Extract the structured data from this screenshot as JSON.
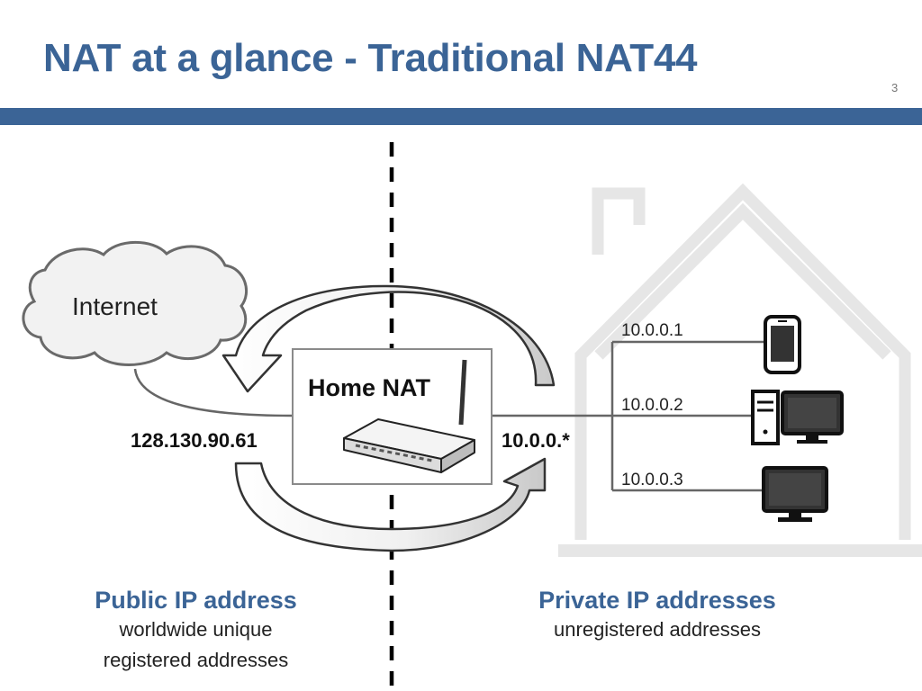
{
  "slide": {
    "title": "NAT at a glance - Traditional NAT44",
    "page_number": "3"
  },
  "diagram": {
    "cloud_label": "Internet",
    "nat_label": "Home NAT",
    "public_ip": "128.130.90.61",
    "private_subnet": "10.0.0.*",
    "hosts": [
      {
        "ip": "10.0.0.1",
        "device": "smartphone-icon"
      },
      {
        "ip": "10.0.0.2",
        "device": "desktop-computer-icon"
      },
      {
        "ip": "10.0.0.3",
        "device": "monitor-icon"
      }
    ]
  },
  "captions": {
    "public": {
      "heading": "Public IP address",
      "lines": [
        "worldwide unique",
        "registered addresses"
      ]
    },
    "private": {
      "heading": "Private IP addresses",
      "lines": [
        "unregistered addresses"
      ]
    }
  },
  "colors": {
    "accent": "#3b6496",
    "house_outline": "#e6e6e6",
    "arrow_fill": "#d0d0d0"
  }
}
